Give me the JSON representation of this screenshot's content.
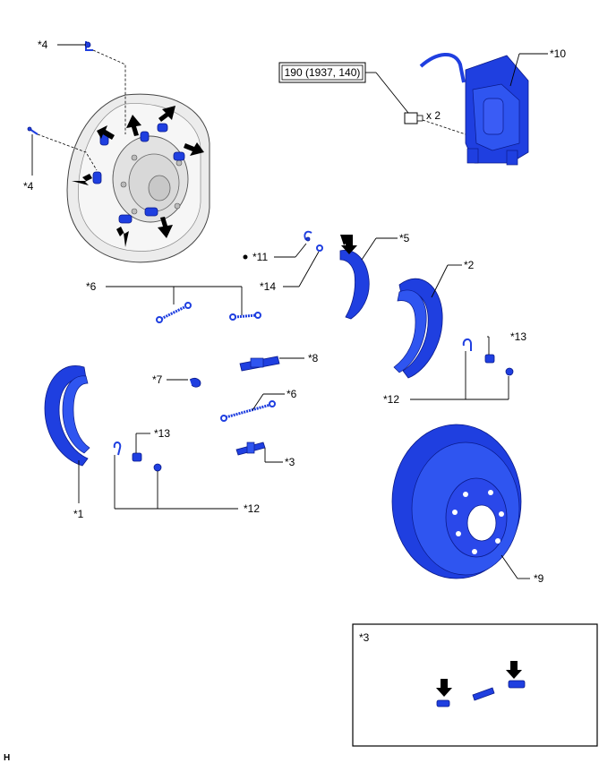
{
  "torque_spec": "190 (1937, 140)",
  "bolt_qty": "x 2",
  "callouts": {
    "c4a": "*4",
    "c4b": "*4",
    "c10": "*10",
    "c11": "*11",
    "c14": "*14",
    "c5": "*5",
    "c2": "*2",
    "c6a": "*6",
    "c8": "*8",
    "c13a": "*13",
    "c7": "*7",
    "c6b": "*6",
    "c12a": "*12",
    "c13b": "*13",
    "c3": "*3",
    "c1": "*1",
    "c12b": "*12",
    "c9": "*9"
  },
  "inset": {
    "label": "*3"
  },
  "corner_mark": "H",
  "colors": {
    "part_blue": "#1f3fe0",
    "outline": "#000000",
    "backing_plate": "#e6e6e6"
  }
}
